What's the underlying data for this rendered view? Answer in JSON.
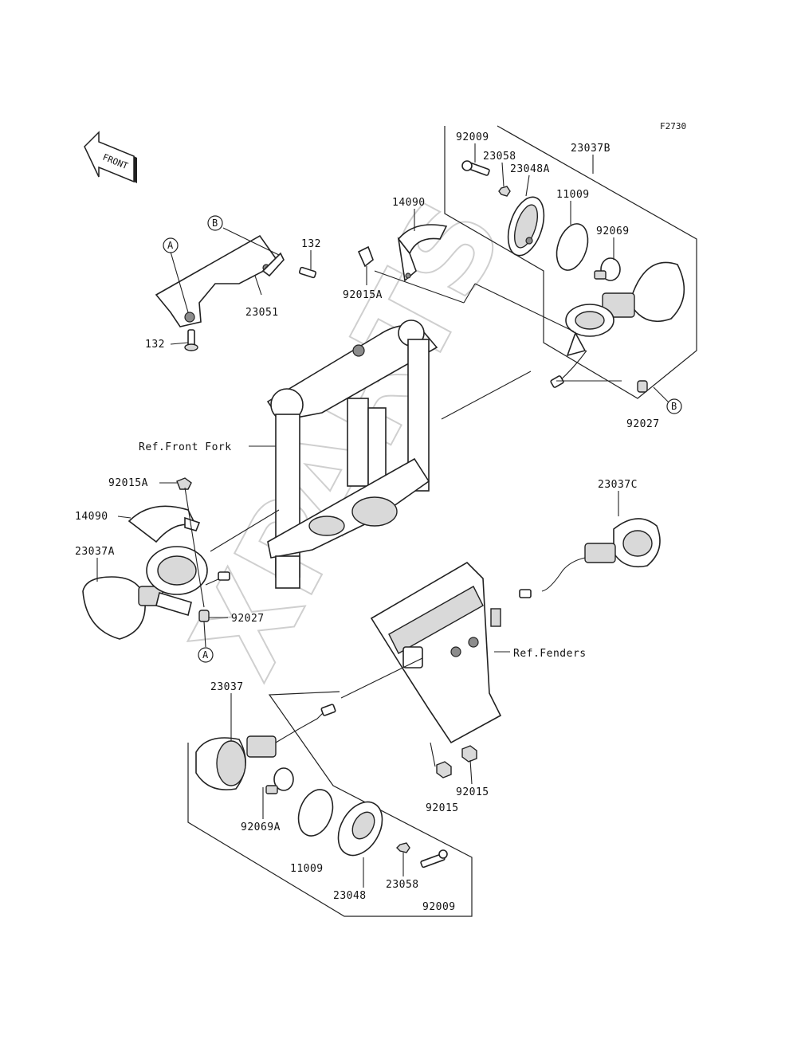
{
  "code": "F2730",
  "front_label": "FRONT",
  "watermark": "XPARTS",
  "callouts": {
    "a": "A",
    "b": "B"
  },
  "labels": {
    "p92009_top": "92009",
    "p23058_top": "23058",
    "p23048A": "23048A",
    "p23037B": "23037B",
    "p11009_top": "11009",
    "p92069": "92069",
    "p14090_top": "14090",
    "p92015A_top": "92015A",
    "p132_top": "132",
    "p23051": "23051",
    "p132_bottom": "132",
    "p92027_right": "92027",
    "ref_front_fork": "Ref.Front Fork",
    "p92015A_left": "92015A",
    "p14090_left": "14090",
    "p23037A": "23037A",
    "p92027_left": "92027",
    "p23037C": "23037C",
    "ref_fenders": "Ref.Fenders",
    "p23037": "23037",
    "p92015_a": "92015",
    "p92015_b": "92015",
    "p92069A": "92069A",
    "p11009_bottom": "11009",
    "p23048": "23048",
    "p23058_bottom": "23058",
    "p92009_bottom": "92009"
  }
}
